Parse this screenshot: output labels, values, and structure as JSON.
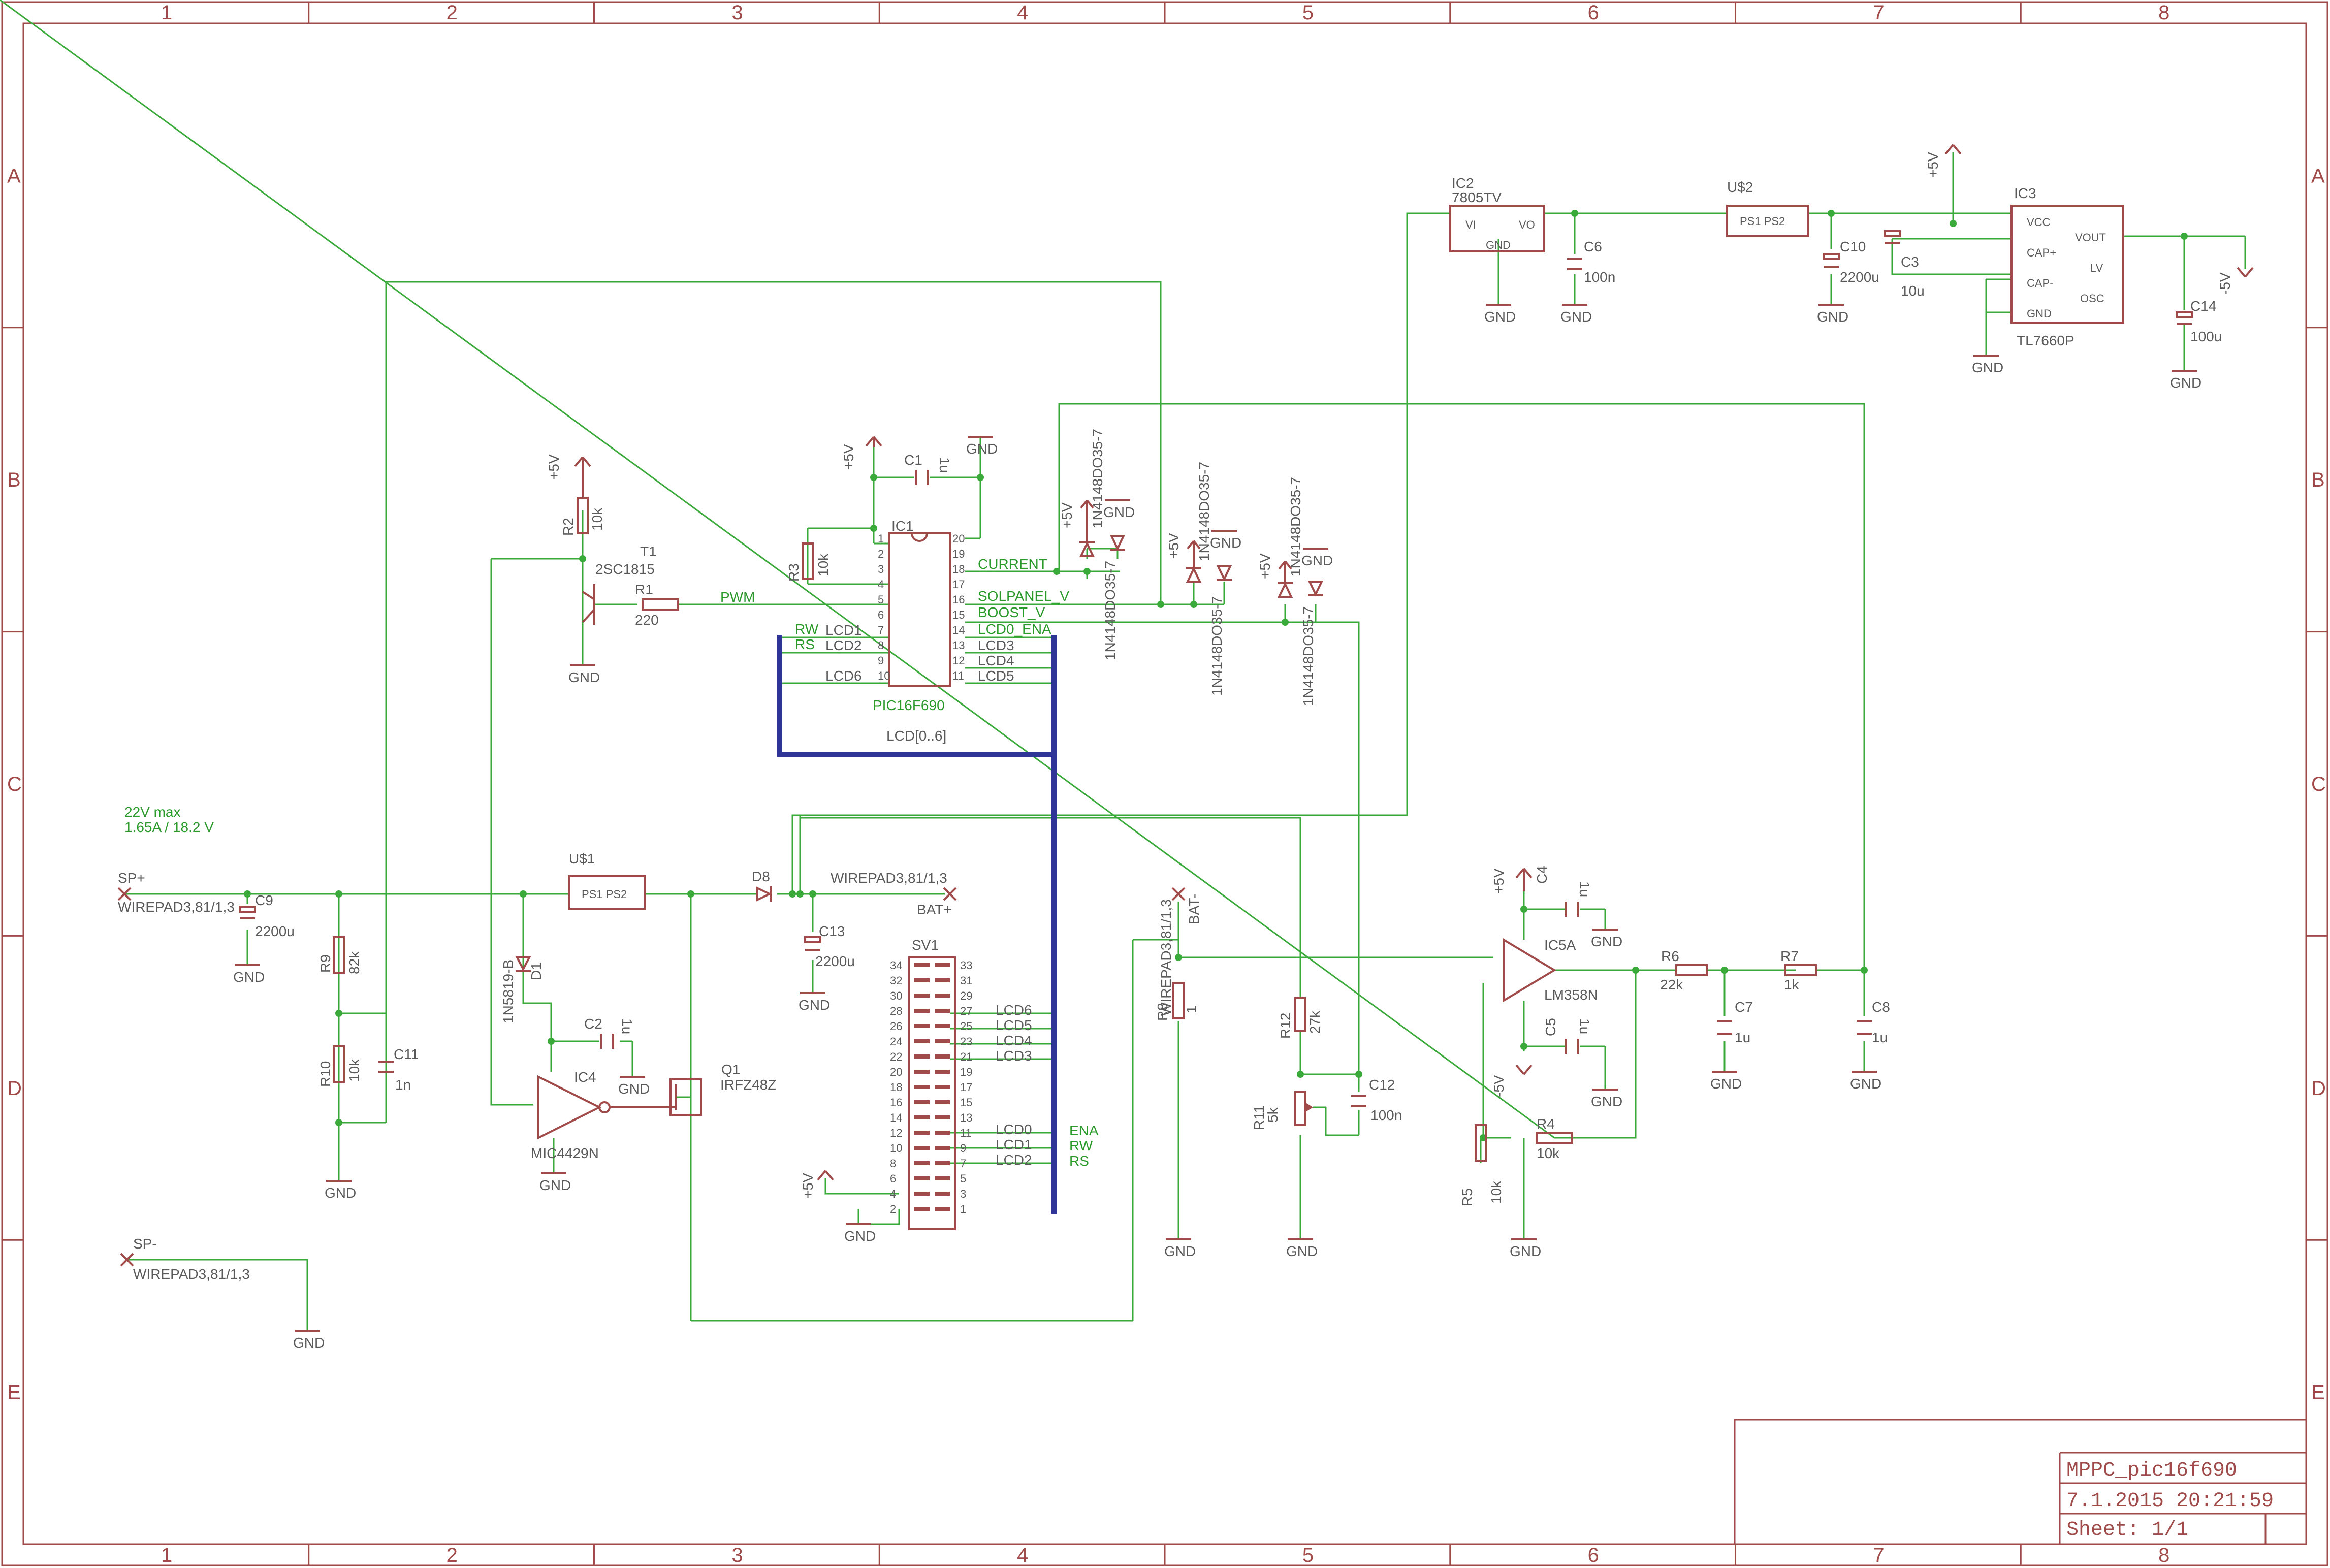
{
  "columns": [
    "1",
    "2",
    "3",
    "4",
    "5",
    "6",
    "7",
    "8"
  ],
  "rows": [
    "A",
    "B",
    "C",
    "D",
    "E"
  ],
  "title_block": {
    "name": "MPPC_pic16f690",
    "date": "7.1.2015 20:21:59",
    "sheet": "Sheet: 1/1"
  },
  "notes": {
    "vmax": "22V max",
    "ratings": "1.65A / 18.2 V"
  },
  "nets": {
    "pwm": "PWM",
    "current": "CURRENT",
    "solpanel_v": "SOLPANEL_V",
    "boost_v": "BOOST_V",
    "rw": "RW",
    "rs": "RS",
    "lcd0_ena": "LCD0_ENA",
    "lcd_bus": "LCD[0..6]",
    "ena": "ENA",
    "rw2": "RW",
    "rs2": "RS"
  },
  "power": {
    "p5v": "+5V",
    "m5v": "-5V",
    "gnd": "GND"
  },
  "parts": {
    "ic1": {
      "ref": "IC1",
      "value": "PIC16F690"
    },
    "ic2": {
      "ref": "IC2",
      "value": "7805TV",
      "vi": "VI",
      "vo": "VO",
      "gnd": "GND"
    },
    "ic3": {
      "ref": "IC3",
      "value": "TL7660P",
      "vcc": "VCC",
      "capp": "CAP+",
      "capm": "CAP-",
      "gnd": "GND",
      "vout": "VOUT",
      "lv": "LV",
      "osc": "OSC"
    },
    "ic4": {
      "ref": "IC4",
      "value": "MIC4429N"
    },
    "ic5": {
      "ref": "IC5A",
      "value": "LM358N"
    },
    "t1": {
      "ref": "T1",
      "value": "2SC1815"
    },
    "q1": {
      "ref": "Q1",
      "value": "IRFZ48Z"
    },
    "us1": {
      "ref": "U$1",
      "value": "PS1 PS2"
    },
    "us2": {
      "ref": "U$2",
      "value": "PS1 PS2"
    },
    "sv1": {
      "ref": "SV1"
    },
    "d1": {
      "ref": "D1",
      "value": "1N5819-B"
    },
    "d8": {
      "ref": "D8"
    },
    "ddiode": "1N4148DO35-7",
    "r1": {
      "ref": "R1",
      "value": "220"
    },
    "r2": {
      "ref": "R2",
      "value": "10k"
    },
    "r3": {
      "ref": "R3",
      "value": "10k"
    },
    "r4": {
      "ref": "R4",
      "value": "10k"
    },
    "r5": {
      "ref": "R5",
      "value": "10k"
    },
    "r6": {
      "ref": "R6",
      "value": "22k"
    },
    "r7": {
      "ref": "R7",
      "value": "1k"
    },
    "r8": {
      "ref": "R8",
      "value": "1"
    },
    "r9": {
      "ref": "R9",
      "value": "82k"
    },
    "r10": {
      "ref": "R10",
      "value": "10k"
    },
    "r11": {
      "ref": "R11",
      "value": "5k"
    },
    "r12": {
      "ref": "R12",
      "value": "27k"
    },
    "c1": {
      "ref": "C1",
      "value": "1u"
    },
    "c2": {
      "ref": "C2",
      "value": "1u"
    },
    "c3": {
      "ref": "C3",
      "value": "10u"
    },
    "c4": {
      "ref": "C4",
      "value": "1u"
    },
    "c5": {
      "ref": "C5",
      "value": "1u"
    },
    "c6": {
      "ref": "C6",
      "value": "100n"
    },
    "c7": {
      "ref": "C7",
      "value": "1u"
    },
    "c8": {
      "ref": "C8",
      "value": "1u"
    },
    "c9": {
      "ref": "C9",
      "value": "2200u"
    },
    "c10": {
      "ref": "C10",
      "value": "2200u"
    },
    "c11": {
      "ref": "C11",
      "value": "1n"
    },
    "c12": {
      "ref": "C12",
      "value": "100n"
    },
    "c13": {
      "ref": "C13",
      "value": "2200u"
    },
    "c14": {
      "ref": "C14",
      "value": "100u"
    }
  },
  "connectors": {
    "sp_plus": "SP+",
    "sp_minus": "SP-",
    "bat_plus": "BAT+",
    "bat_minus": "BAT-",
    "wirepad": "WIREPAD3,81/1,3"
  },
  "ic1_pins_left": [
    "1",
    "2",
    "3",
    "4",
    "5",
    "6",
    "7",
    "8",
    "9",
    "10"
  ],
  "ic1_pins_right": [
    "20",
    "19",
    "18",
    "17",
    "16",
    "15",
    "14",
    "13",
    "12",
    "11"
  ],
  "ic1_lcd_left": [
    "LCD1",
    "LCD2",
    "LCD6"
  ],
  "ic1_lcd_right": [
    "LCD3",
    "LCD4",
    "LCD5"
  ],
  "sv1_pins_left": [
    "34",
    "32",
    "30",
    "28",
    "26",
    "24",
    "22",
    "20",
    "18",
    "16",
    "14",
    "12",
    "10",
    "8",
    "6",
    "4",
    "2"
  ],
  "sv1_pins_right": [
    "33",
    "31",
    "29",
    "27",
    "25",
    "23",
    "21",
    "19",
    "17",
    "15",
    "13",
    "11",
    "9",
    "7",
    "5",
    "3",
    "1"
  ],
  "sv1_lcd": [
    "LCD6",
    "LCD5",
    "LCD4",
    "LCD3",
    "LCD0",
    "LCD1",
    "LCD2"
  ]
}
